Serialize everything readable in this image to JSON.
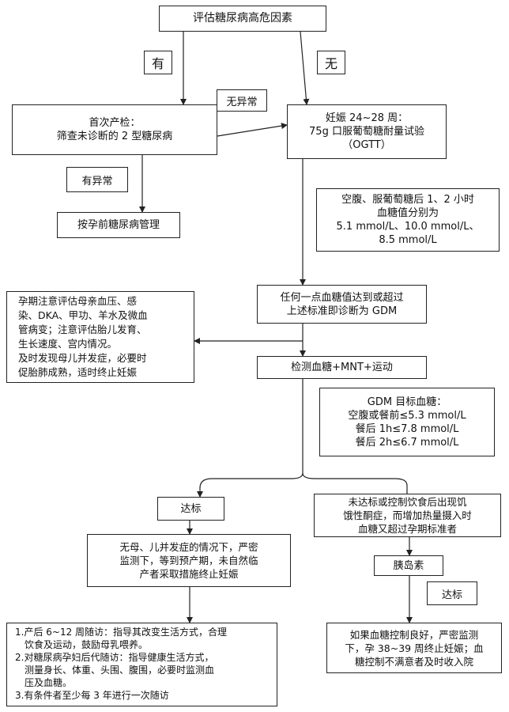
{
  "nodes": {
    "risk": "评估糖尿病高危因素",
    "first_visit": [
      "首次产检：",
      "筛查未诊断的 2 型糖尿病"
    ],
    "ogtt": [
      "妊娠 24~28 周：",
      "75g 口服葡萄糖耐量试验",
      "（OGTT）"
    ],
    "pregest": "按孕前糖尿病管理",
    "criteria": [
      "空腹、服葡萄糖后 1、2 小时",
      "血糖值分别为",
      "5.1 mmol/L、10.0 mmol/L、",
      "8.5 mmol/L"
    ],
    "diagnose": [
      "任何一点血糖值达到或超过",
      "上述标准即诊断为 GDM"
    ],
    "pregnancy_care": [
      "孕期注意评估母亲血压、感",
      "染、DKA、甲功、羊水及微血",
      "管病变；注意评估胎儿发育、",
      "生长速度、宫内情况。",
      "及时发现母儿并发症，必要时",
      "促胎肺成熟，适时终止妊娠"
    ],
    "monitor": "检测血糖+MNT+运动",
    "target": [
      "GDM 目标血糖：",
      "空腹或餐前≤5.3 mmol/L",
      "餐后 1h≤7.8 mmol/L",
      "餐后 2h≤6.7 mmol/L"
    ],
    "reached": "达标",
    "not_reached": [
      "未达标或控制饮食后出现饥",
      "饿性酮症，而增加热量摄入时",
      "血糖又超过孕期标准者"
    ],
    "delivery": [
      "无母、儿并发症的情况下，严密",
      "监测下，等到预产期，未自然临",
      "产者采取措施终止妊娠"
    ],
    "insulin": "胰岛素",
    "insulin_result": [
      "如果血糖控制良好，严密监测",
      "下，孕 38~39 周终止妊娠；血",
      "糖控制不满意者及时收入院"
    ],
    "followup": [
      "1.产后 6~12 周随访：指导其改变生活方式，合理",
      "饮食及运动，鼓励母乳喂养。",
      "2.对糖尿病孕妇后代随访：指导健康生活方式，",
      "测量身长、体重、头围、腹围，必要时监测血",
      "压及血糖。",
      "3.有条件者至少每 3 年进行一次随访"
    ]
  },
  "labels": {
    "yes": "有",
    "no": "无",
    "normal": "无异常",
    "abnormal": "有异常",
    "reached_again": "达标"
  }
}
